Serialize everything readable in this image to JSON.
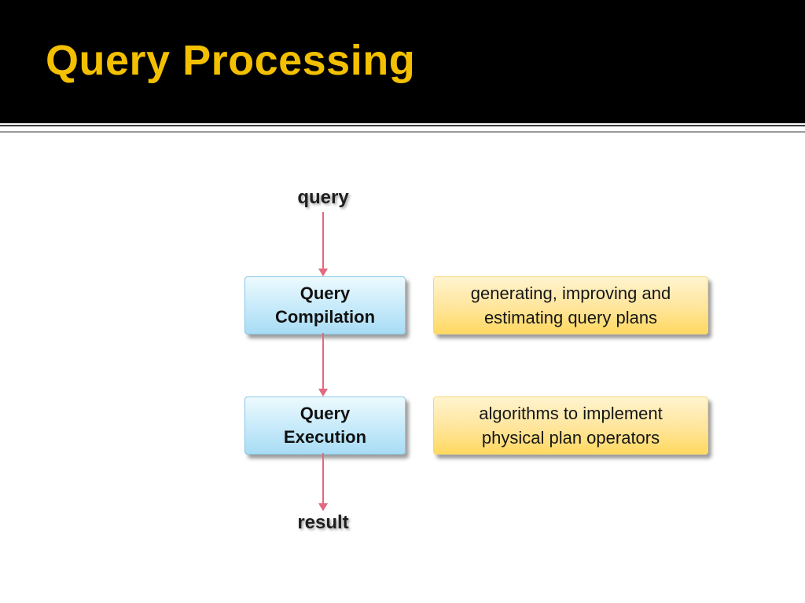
{
  "slide": {
    "title": "Query Processing"
  },
  "diagram": {
    "start_label": "query",
    "end_label": "result",
    "nodes": [
      {
        "line1": "Query",
        "line2": "Compilation"
      },
      {
        "line1": "Query",
        "line2": "Execution"
      }
    ],
    "notes": [
      {
        "line1": "generating, improving and",
        "line2": "estimating query plans"
      },
      {
        "line1": "algorithms to implement",
        "line2": "physical plan operators"
      }
    ]
  },
  "colors": {
    "title_text": "#F3C000",
    "arrow": "#E2697E",
    "node_grad_top": "#EDFAFE",
    "node_grad_bottom": "#A8DCF5",
    "node_border": "#89C8E6",
    "note_grad_top": "#FFF4CF",
    "note_grad_bottom": "#FFD961",
    "note_border": "#F3D879"
  }
}
